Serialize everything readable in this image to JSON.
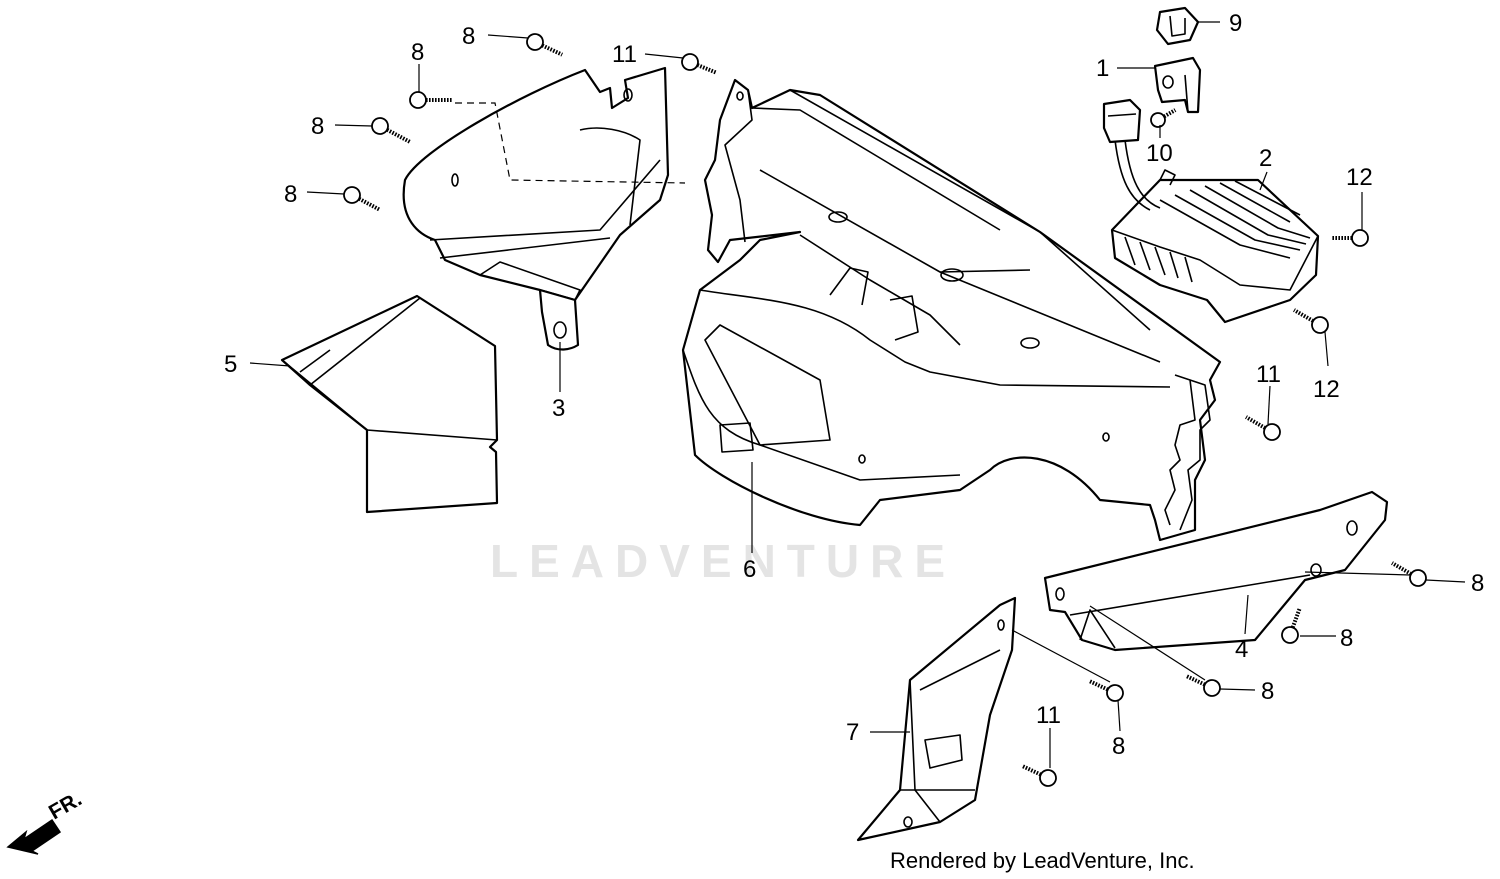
{
  "watermark": "LEADVENTURE",
  "credit": "Rendered by LeadVenture, Inc.",
  "direction_label": "FR.",
  "callouts": {
    "c1": "1",
    "c2": "2",
    "c3": "3",
    "c4": "4",
    "c5": "5",
    "c6": "6",
    "c7": "7",
    "c8a": "8",
    "c8b": "8",
    "c8c": "8",
    "c8d": "8",
    "c8e": "8",
    "c8f": "8",
    "c8g": "8",
    "c8h": "8",
    "c9": "9",
    "c10": "10",
    "c11a": "11",
    "c11b": "11",
    "c11c": "11",
    "c12a": "12",
    "c12b": "12"
  }
}
